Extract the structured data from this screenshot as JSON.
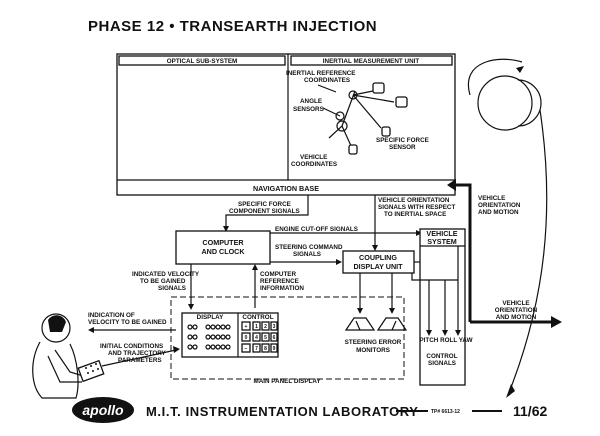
{
  "title": "PHASE 12 • TRANSEARTH INJECTION",
  "blocks": {
    "optical": "OPTICAL SUB-SYSTEM",
    "imu": "INERTIAL MEASUREMENT UNIT",
    "imu_ref_1": "INERTIAL REFERENCE",
    "imu_ref_2": "COORDINATES",
    "angle_1": "ANGLE",
    "angle_2": "SENSORS",
    "sfs_1": "SPECIFIC FORCE",
    "sfs_2": "SENSOR",
    "veh_coord_1": "VEHICLE",
    "veh_coord_2": "COORDINATES",
    "nav_base": "NAVIGATION BASE",
    "computer_1": "COMPUTER",
    "computer_2": "AND CLOCK",
    "coupling_1": "COUPLING",
    "coupling_2": "DISPLAY UNIT",
    "vehicle_system_1": "VEHICLE",
    "vehicle_system_2": "SYSTEM",
    "control_signals_1": "CONTROL",
    "control_signals_2": "SIGNALS",
    "pitch_roll_yaw": "PITCH ROLL YAW",
    "display": "DISPLAY",
    "control": "CONTROL",
    "steering_monitors_1": "STEERING ERROR",
    "steering_monitors_2": "MONITORS",
    "main_panel": "MAIN PANEL DISPLAY"
  },
  "labels": {
    "sfcs_1": "SPECIFIC FORCE",
    "sfcs_2": "COMPONENT SIGNALS",
    "engine_cutoff": "ENGINE CUT-OFF SIGNALS",
    "vos_1": "VEHICLE ORIENTATION",
    "vos_2": "SIGNALS WITH RESPECT",
    "vos_3": "TO INERTIAL SPACE",
    "vom_1": "VEHICLE",
    "vom_2": "ORIENTATION",
    "vom_3": "AND MOTION",
    "vom_out_1": "VEHICLE",
    "vom_out_2": "ORIENTATION",
    "vom_out_3": "AND MOTION",
    "steering_cmd_1": "STEERING COMMAND",
    "steering_cmd_2": "SIGNALS",
    "ivel_1": "INDICATED VELOCITY",
    "ivel_2": "TO BE GAINED",
    "ivel_3": "SIGNALS",
    "cri_1": "COMPUTER",
    "cri_2": "REFERENCE",
    "cri_3": "INFORMATION",
    "ind_1": "INDICATION OF",
    "ind_2": "VELOCITY TO BE GAINED",
    "init_1": "INITIAL CONDITIONS",
    "init_2": "AND TRAJECTORY",
    "init_3": "PARAMETERS"
  },
  "keypad": {
    "rows": [
      {
        "mode": "+",
        "keys": [
          "1",
          "2",
          "3"
        ]
      },
      {
        "mode": "0",
        "keys": [
          "4",
          "5",
          "6"
        ]
      },
      {
        "mode": "−",
        "keys": [
          "7",
          "8",
          "9"
        ]
      }
    ]
  },
  "footer": {
    "logo": "apollo",
    "lab": "M.I.T. INSTRUMENTATION LABORATORY",
    "tp": "TP# 6613-12",
    "page": "11/62"
  }
}
